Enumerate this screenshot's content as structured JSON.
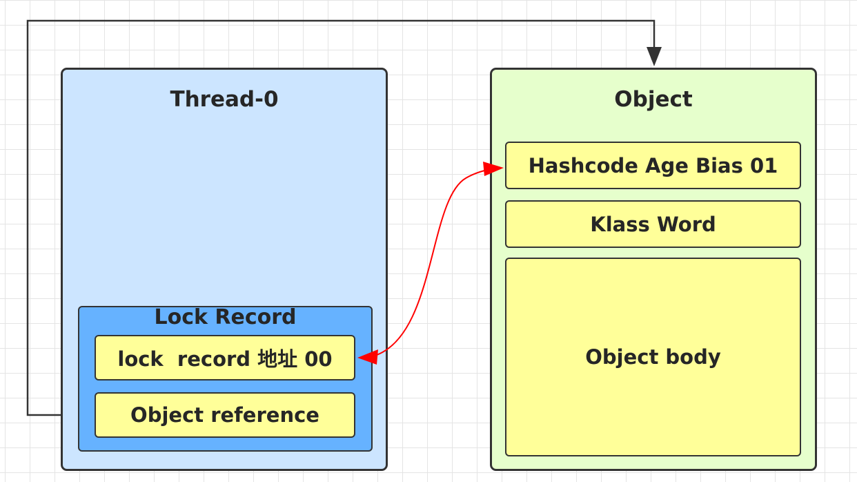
{
  "thread": {
    "title": "Thread-0",
    "lock_record": {
      "title": "Lock Record",
      "fields": [
        "lock  record 地址 00",
        "Object reference"
      ]
    }
  },
  "object": {
    "title": "Object",
    "fields": [
      "Hashcode Age Bias 01",
      "Klass Word",
      "Object body"
    ]
  },
  "colors": {
    "thread_fill": "#cce5ff",
    "lock_record_fill": "#66b2ff",
    "object_fill": "#e6ffcc",
    "field_fill": "#ffff99",
    "swap_arrow": "#ff0000",
    "reference_arrow": "#333333"
  }
}
